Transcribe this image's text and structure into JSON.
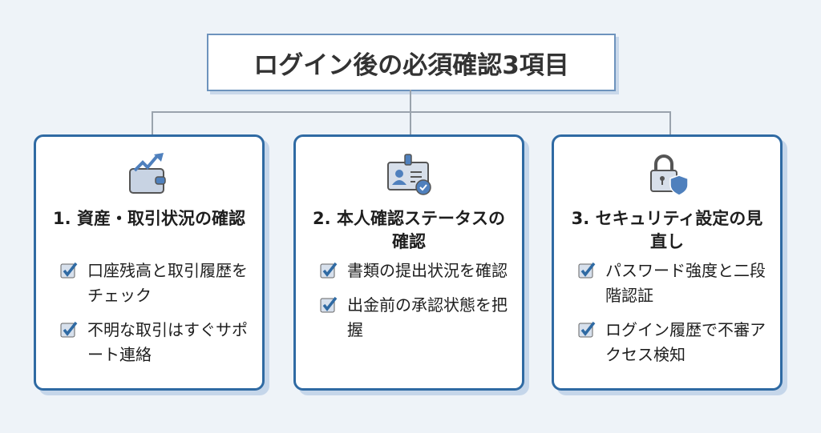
{
  "title": "ログイン後の必須確認3項目",
  "cards": [
    {
      "heading": "1. 資産・取引状況の確認",
      "icon": "wallet-growth-icon",
      "items": [
        "口座残高と取引履歴をチェック",
        "不明な取引はすぐサポート連絡"
      ]
    },
    {
      "heading": "2. 本人確認ステータスの確認",
      "icon": "id-card-check-icon",
      "items": [
        "書類の提出状況を確認",
        "出金前の承認状態を把握"
      ]
    },
    {
      "heading": "3. セキュリティ設定の見直し",
      "icon": "lock-shield-icon",
      "items": [
        "パスワード強度と二段階認証",
        "ログイン履歴で不審アクセス検知"
      ]
    }
  ],
  "colors": {
    "accent": "#2f6aa3",
    "icon_fill": "#4f80bd",
    "background": "#eef3f8"
  }
}
